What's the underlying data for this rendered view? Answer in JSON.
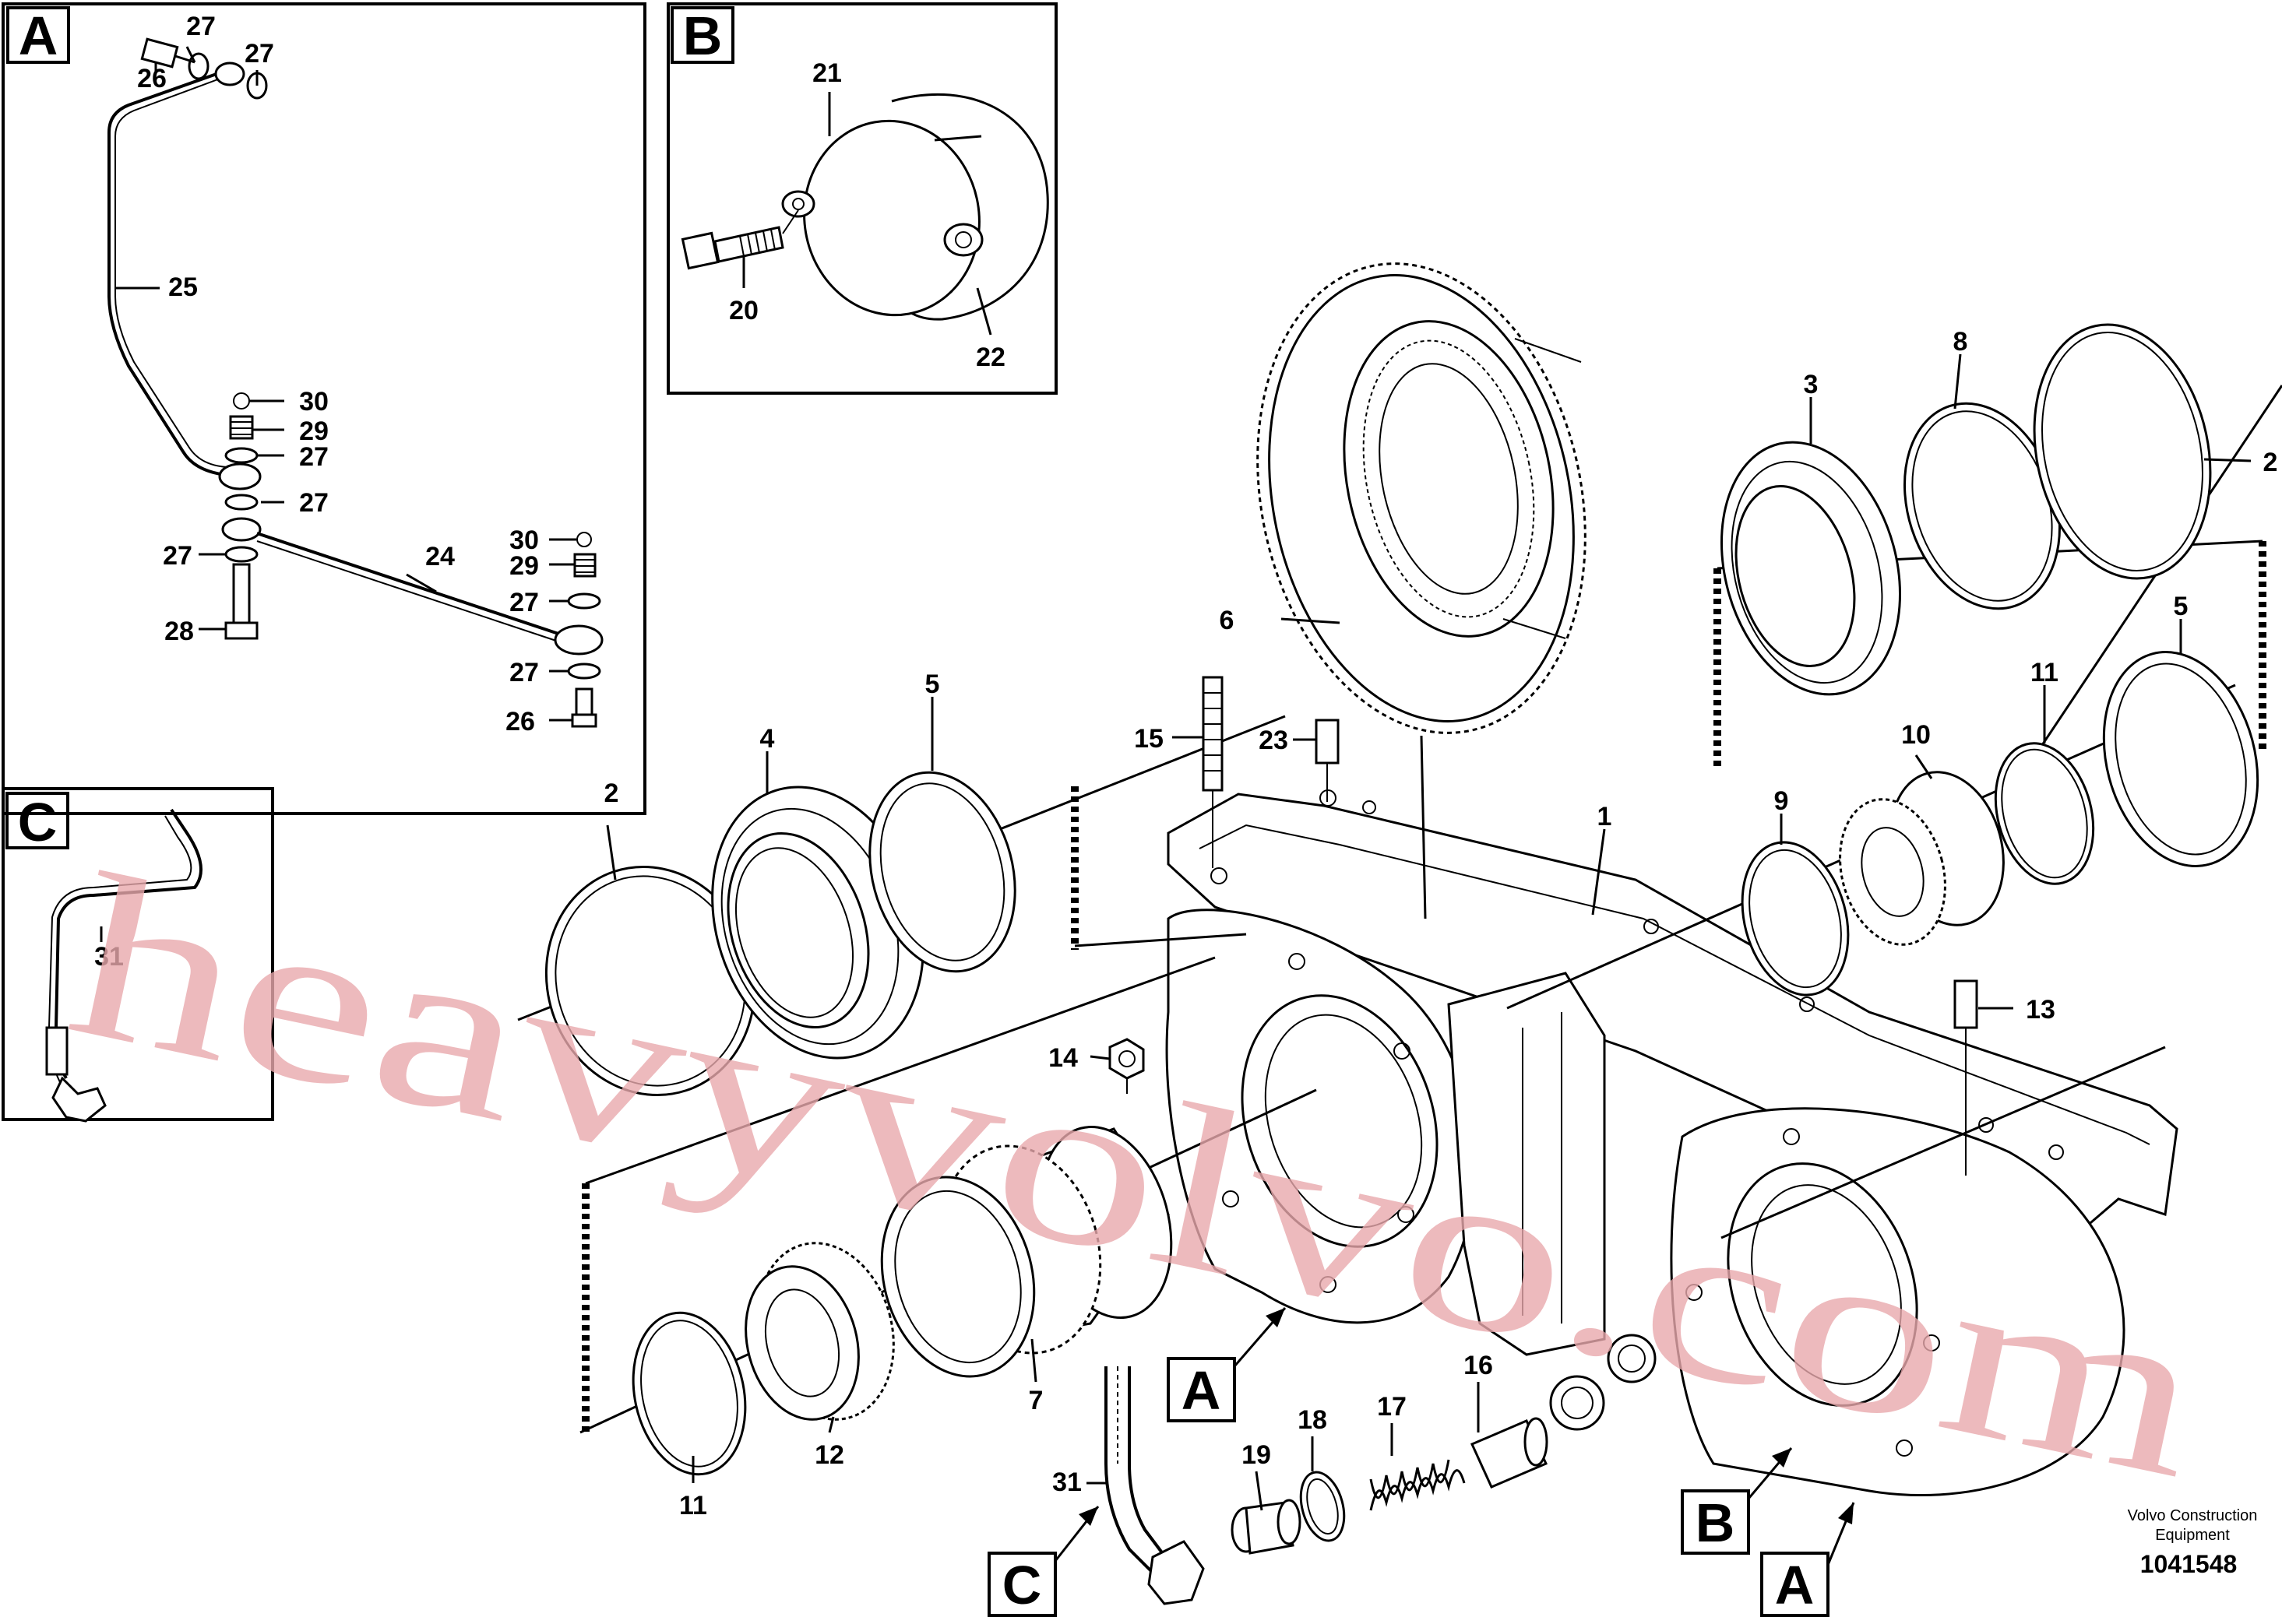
{
  "views": {
    "A": {
      "letter": "A"
    },
    "B": {
      "letter": "B"
    },
    "C": {
      "letter": "C"
    }
  },
  "refs": {
    "A1": "A",
    "A2": "A",
    "B1": "B",
    "C1": "C"
  },
  "callouts": {
    "n1": "1",
    "n2a": "2",
    "n2b": "2",
    "n3": "3",
    "n4": "4",
    "n5a": "5",
    "n5b": "5",
    "n6": "6",
    "n7": "7",
    "n8": "8",
    "n9": "9",
    "n10": "10",
    "n11a": "11",
    "n11b": "11",
    "n12": "12",
    "n13": "13",
    "n14": "14",
    "n15": "15",
    "n16": "16",
    "n17": "17",
    "n18": "18",
    "n19": "19",
    "n20": "20",
    "n21": "21",
    "n22": "22",
    "n23": "23",
    "n24": "24",
    "n25": "25",
    "n26a": "26",
    "n26b": "26",
    "n27a": "27",
    "n27b": "27",
    "n27c": "27",
    "n27d": "27",
    "n27e": "27",
    "n27f": "27",
    "n27g": "27",
    "n28": "28",
    "n29a": "29",
    "n29b": "29",
    "n30a": "30",
    "n30b": "30",
    "n31a": "31",
    "n31b": "31"
  },
  "caption": {
    "line1": "Volvo Construction",
    "line2": "Equipment",
    "number": "1041548"
  },
  "watermark": "heavyvolvo.com"
}
